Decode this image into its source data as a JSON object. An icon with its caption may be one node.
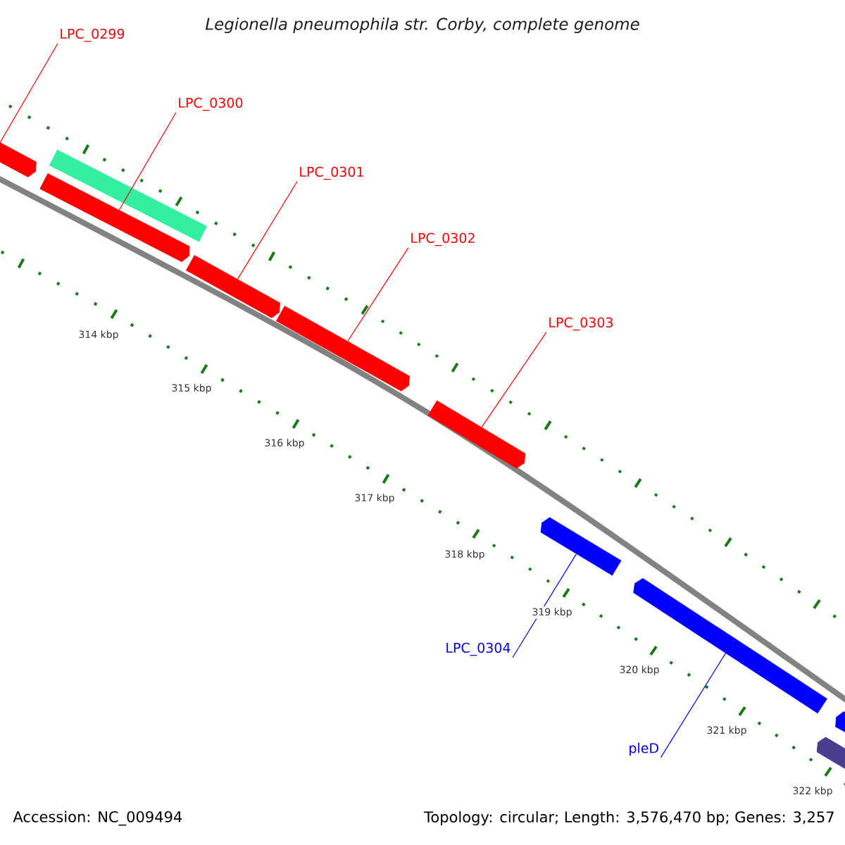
{
  "diagram": {
    "title": "Legionella pneumophila str. Corby, complete genome",
    "nodes": [
      {
        "text": [
          "LPC_0299"
        ]
      },
      {
        "text": [
          "LPC_0300"
        ]
      },
      {
        "text": [
          "LPC_0301"
        ]
      },
      {
        "text": [
          "LPC_0302"
        ]
      },
      {
        "text": [
          "LPC_0303"
        ]
      },
      {
        "text": [
          "LPC_0304"
        ]
      },
      {
        "text": [
          "pleD"
        ]
      },
      {
        "text": [],
        "shape": "arrow"
      },
      {
        "text": [],
        "shape": "bar"
      },
      {
        "text": [],
        "shape": "arrow"
      },
      {
        "text": [],
        "shape": "arrow"
      },
      {
        "text": [],
        "shape": "arrow"
      },
      {
        "text": [],
        "shape": "arrow"
      },
      {
        "text": [],
        "shape": "arrow"
      },
      {
        "text": [],
        "shape": "arrow"
      },
      {
        "text": [],
        "shape": "arrow"
      },
      {
        "text": [],
        "shape": "arrow"
      }
    ],
    "edges": [
      {
        "from": 0,
        "to": 7,
        "arrow": "none"
      },
      {
        "from": 1,
        "to": 9,
        "arrow": "none"
      },
      {
        "from": 2,
        "to": 10,
        "arrow": "none"
      },
      {
        "from": 3,
        "to": 11,
        "arrow": "none"
      },
      {
        "from": 4,
        "to": 12,
        "arrow": "none"
      },
      {
        "from": 5,
        "to": 13,
        "arrow": "none",
        "color": "#0000ff"
      },
      {
        "from": 6,
        "to": 14,
        "arrow": "none",
        "color": "#0000ff"
      }
    ],
    "labels": [
      "314 kbp",
      "315 kbp",
      "316 kbp",
      "317 kbp",
      "318 kbp",
      "319 kbp",
      "320 kbp",
      "321 kbp",
      "322 kbp",
      "Accession: NC_009494",
      "Topology: circular; Length: 3,576,470 bp; Genes: 3,257"
    ]
  }
}
